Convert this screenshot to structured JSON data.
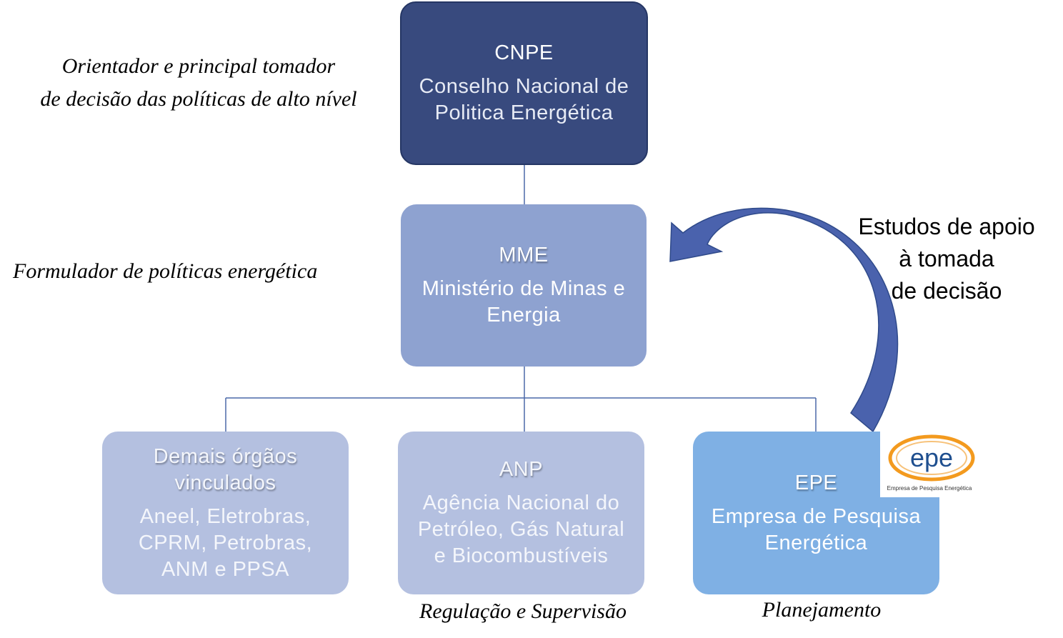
{
  "nodes": {
    "cnpe": {
      "title": "CNPE",
      "desc": "Conselho Nacional de\nPolitica Energética"
    },
    "mme": {
      "title": "MME",
      "desc": "Ministério de Minas e\nEnergia"
    },
    "demais": {
      "title": "Demais órgãos\nvinculados",
      "desc": "Aneel, Eletrobras,\nCPRM, Petrobras,\nANM e PPSA"
    },
    "anp": {
      "title": "ANP",
      "desc": "Agência Nacional do\nPetróleo, Gás Natural\ne Biocombustíveis"
    },
    "epe": {
      "title": "EPE",
      "desc": "Empresa de Pesquisa\nEnergética"
    }
  },
  "labels": {
    "cnpe_role": "Orientador e principal tomador\nde  decisão das políticas de alto nível",
    "mme_role": "Formulador de políticas energética",
    "anp_role": "Regulação e Supervisão",
    "epe_role": "Planejamento"
  },
  "arrow_note": "Estudos de apoio\nà tomada\nde decisão",
  "logo": {
    "wordmark": "epe",
    "caption": "Empresa de Pesquisa Energética"
  },
  "colors": {
    "cnpe": "#384a7e",
    "mme": "#8ea2d0",
    "children": "#b4c0e0",
    "epe": "#7fb0e4",
    "arrow": "#4a62ad",
    "logo_orange": "#f39a1e"
  }
}
